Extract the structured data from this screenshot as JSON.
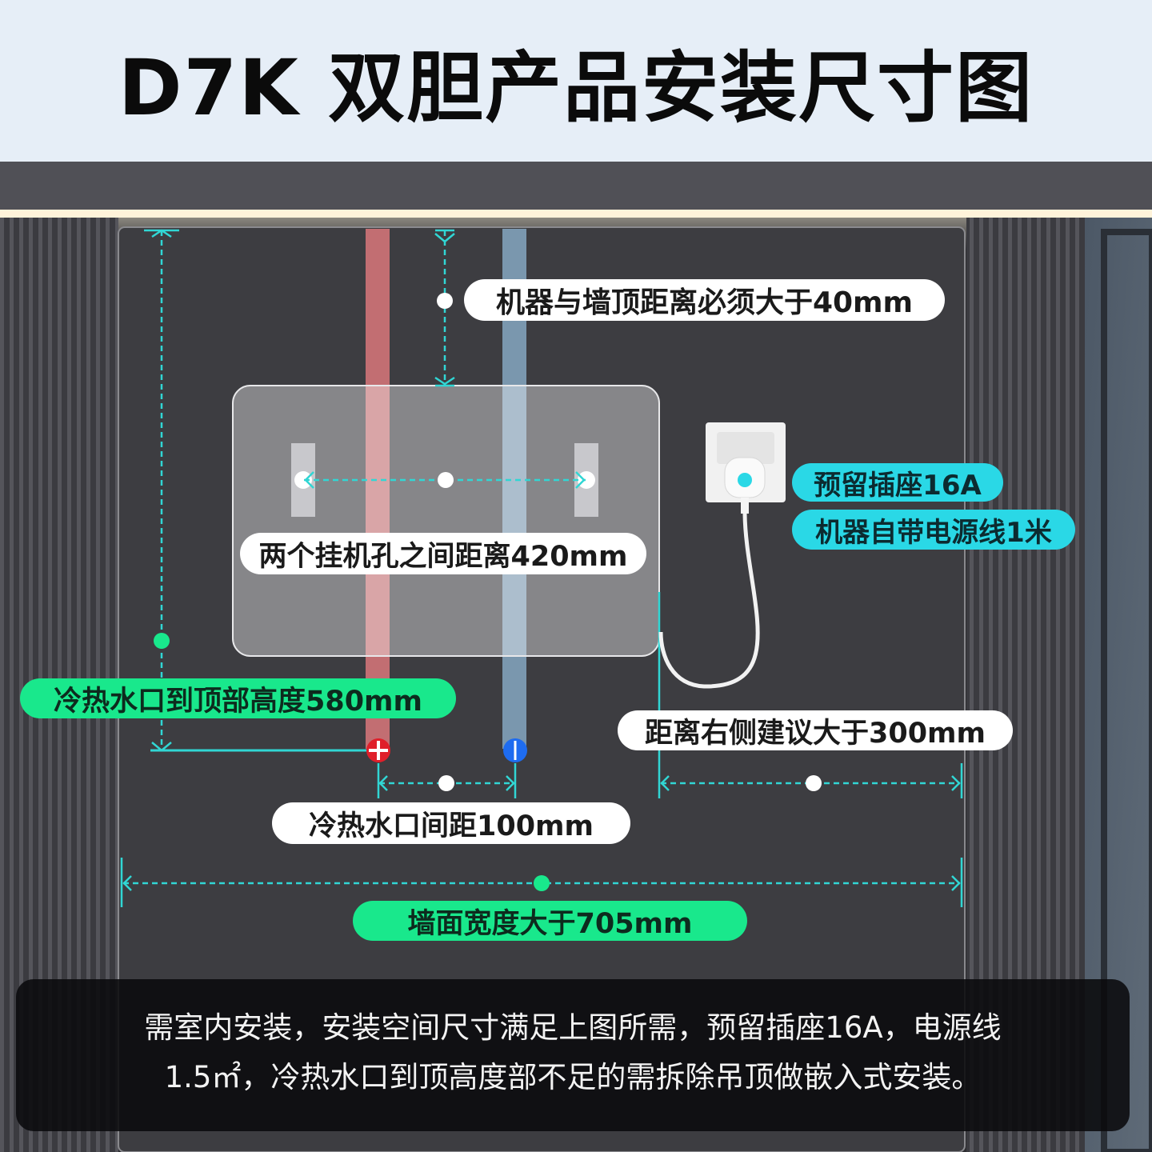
{
  "title": "D7K 双胆产品安装尺寸图",
  "labels": {
    "top_clearance": "机器与墙顶距离必须大于40mm",
    "hole_distance": "两个挂机孔之间距离420mm",
    "socket": "预留插座16A",
    "power_cord": "机器自带电源线1米",
    "water_height": "冷热水口到顶部高度580mm",
    "right_clearance": "距离右侧建议大于300mm",
    "water_spacing": "冷热水口间距100mm",
    "wall_width": "墙面宽度大于705mm"
  },
  "note": {
    "line1": "需室内安装，安装空间尺寸满足上图所需，预留插座16A，电源线",
    "line2": "1.5㎡，冷热水口到顶高度部不足的需拆除吊顶做嵌入式安装。"
  },
  "colors": {
    "accent_green": "#19e88c",
    "accent_cyan": "#2ad8e6",
    "dimension_line": "#31d6d4",
    "hot_pipe": "#e23a3a",
    "cold_pipe": "#1e6cf0"
  }
}
